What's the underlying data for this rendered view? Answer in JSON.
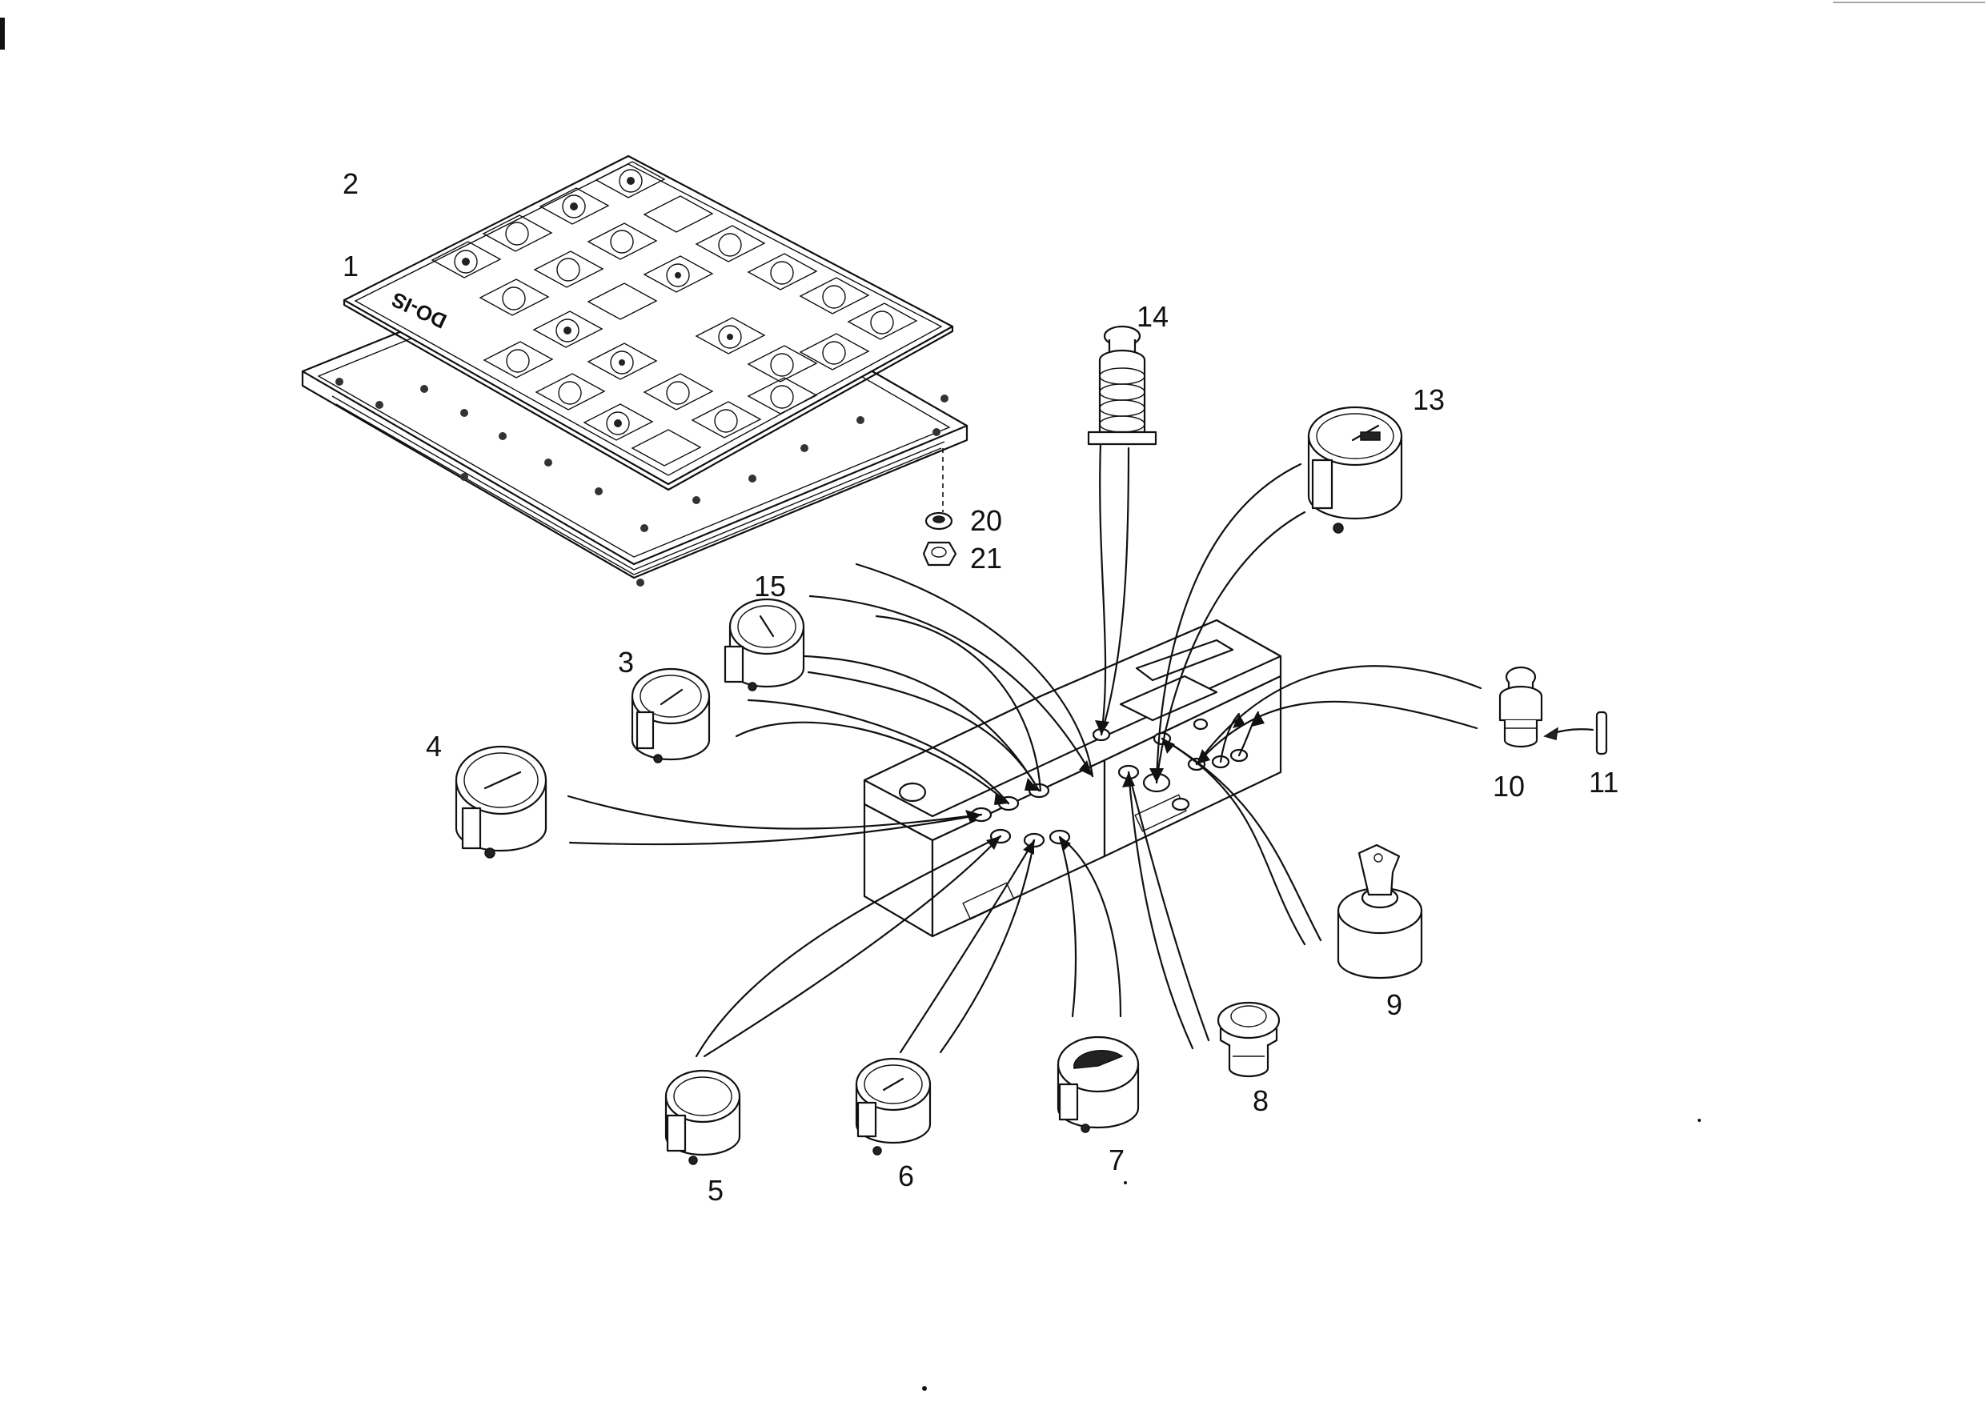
{
  "diagram": {
    "callouts": {
      "c1": "1",
      "c2": "2",
      "c3": "3",
      "c4": "4",
      "c5": "5",
      "c6": "6",
      "c7": "7",
      "c8": "8",
      "c9": "9",
      "c10": "10",
      "c11": "11",
      "c13": "13",
      "c14": "14",
      "c15": "15",
      "c20": "20",
      "c21": "21"
    },
    "panel_text": "DO-IS"
  }
}
